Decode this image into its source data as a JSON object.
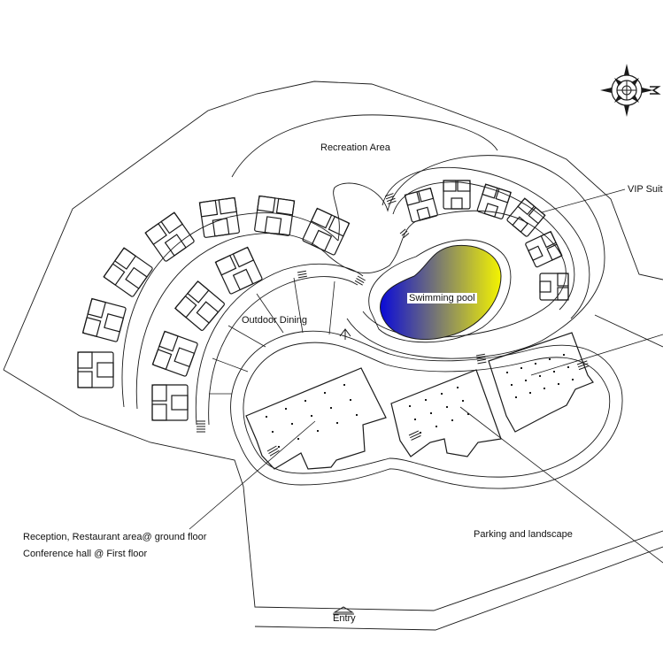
{
  "labels": {
    "recreation": "Recreation Area",
    "vip": "VIP Suit",
    "pool": "Swimming pool",
    "dining": "Outdoor Dining",
    "reception_line1": "Reception, Restaurant area@ ground floor",
    "reception_line2": "Conference hall @ First floor",
    "parking": "Parking and landscape",
    "entry": "Entry"
  },
  "icons": {
    "compass": "compass-rose-icon",
    "entry": "entry-arrow-icon",
    "stairs": "stairs-icon"
  },
  "colors": {
    "line": "#1a1a1a",
    "pool_blue": "#0a0ad8",
    "pool_yellow": "#f4f400"
  }
}
